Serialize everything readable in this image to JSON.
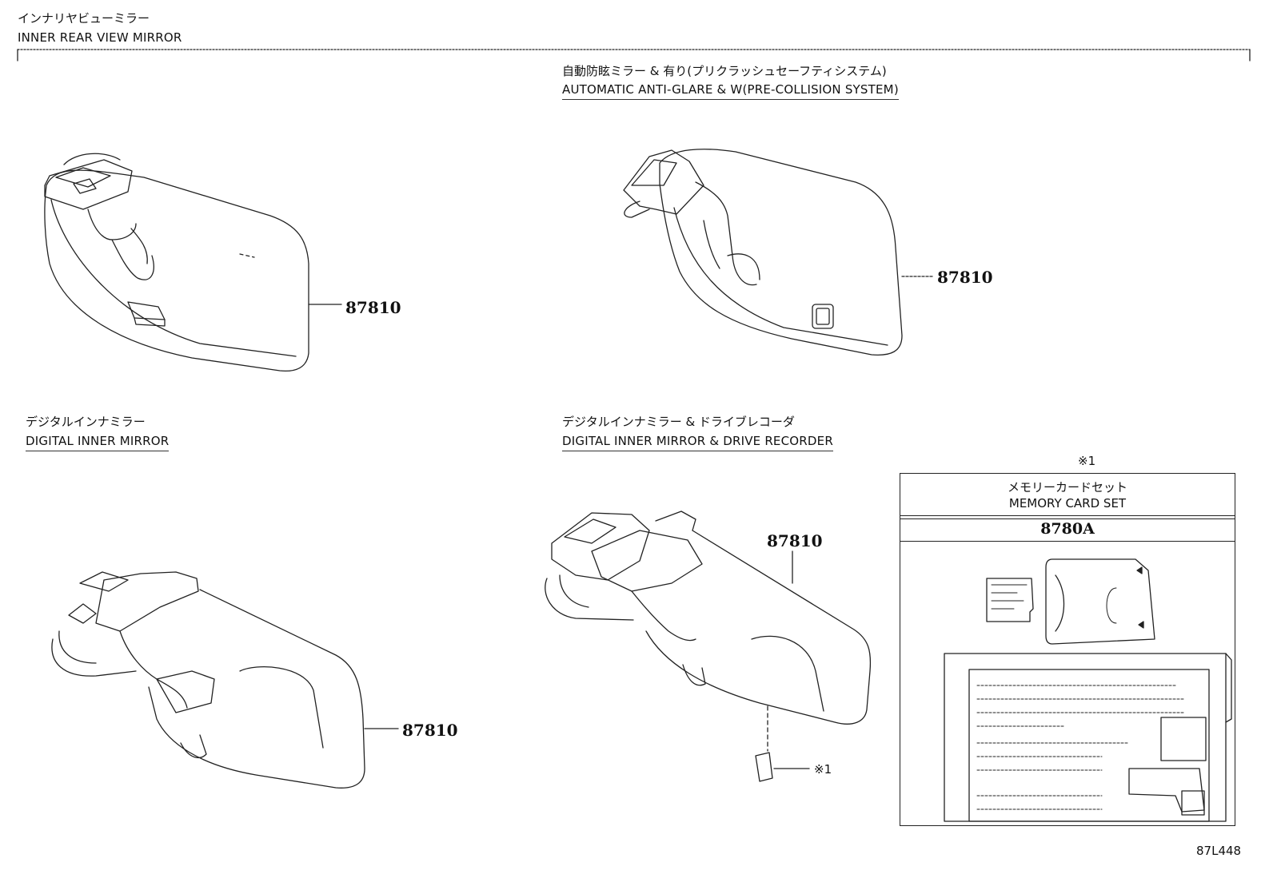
{
  "header": {
    "title_jp": "インナリヤビューミラー",
    "title_en": "INNER REAR VIEW MIRROR"
  },
  "sections": [
    {
      "label_jp": "",
      "label_en": "",
      "part_no": "87810"
    },
    {
      "label_jp": "自動防眩ミラー & 有り(プリクラッシュセーフティシステム)",
      "label_en": "AUTOMATIC ANTI-GLARE & W(PRE-COLLISION SYSTEM)",
      "part_no": "87810"
    },
    {
      "label_jp": "デジタルインナミラー",
      "label_en": "DIGITAL INNER MIRROR",
      "part_no": "87810"
    },
    {
      "label_jp": "デジタルインナミラー & ドライブレコーダ",
      "label_en": "DIGITAL INNER MIRROR & DRIVE RECORDER",
      "part_no": "87810",
      "callout": "※1"
    }
  ],
  "memory_card": {
    "note_mark": "※1",
    "title_jp": "メモリーカードセット",
    "title_en": "MEMORY CARD SET",
    "part_no": "8780A"
  },
  "figure_id": "87L448"
}
